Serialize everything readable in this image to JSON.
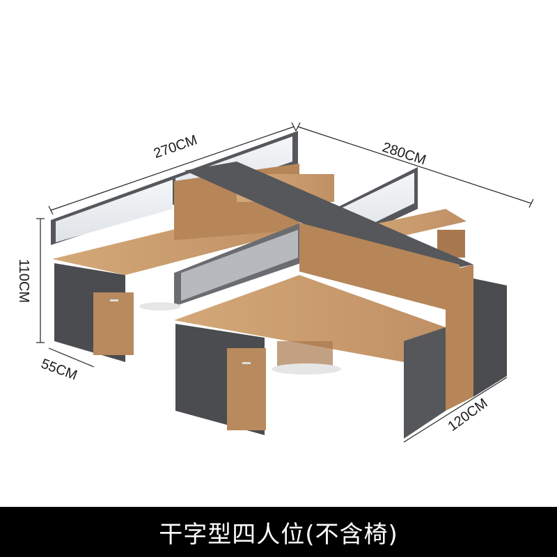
{
  "dimensions": {
    "width_top_left": "270CM",
    "width_top_right": "280CM",
    "height": "110CM",
    "depth": "55CM",
    "side_depth": "120CM"
  },
  "caption": "干字型四人位(不含椅)",
  "colors": {
    "wood": "#c89a6e",
    "wood_dark": "#a8794f",
    "gray_panel": "#55575b",
    "gray_dark": "#3f4044",
    "frosted": "#e9ecef",
    "caption_bg": "#000000",
    "caption_text": "#ffffff"
  }
}
